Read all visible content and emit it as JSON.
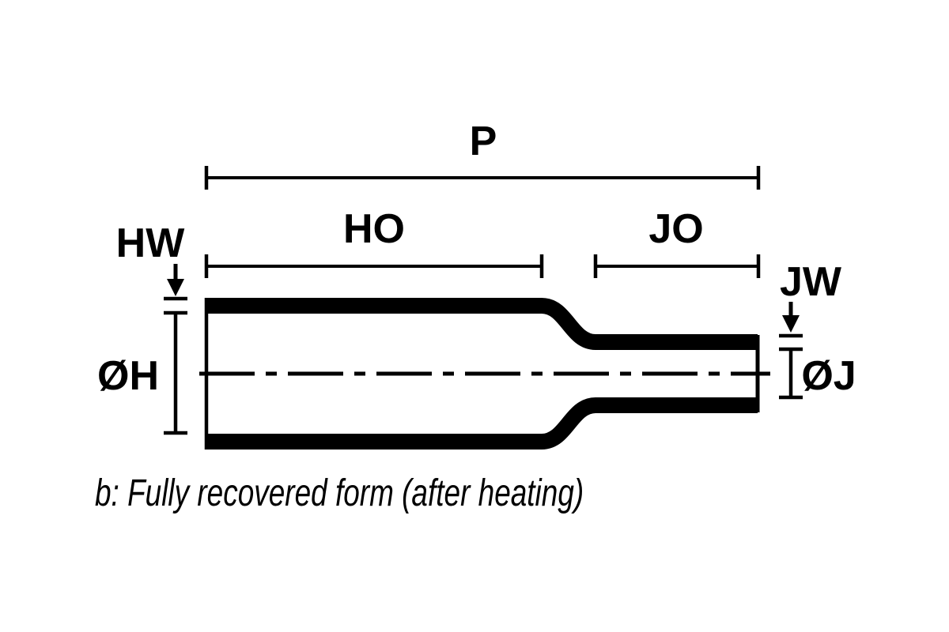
{
  "colors": {
    "ink": "#000000",
    "background": "#ffffff"
  },
  "labels": {
    "p": "P",
    "ho": "HO",
    "jo": "JO",
    "hw": "HW",
    "oh": "ØH",
    "jw": "JW",
    "oj": "ØJ"
  },
  "caption": "b: Fully recovered form (after heating)"
}
